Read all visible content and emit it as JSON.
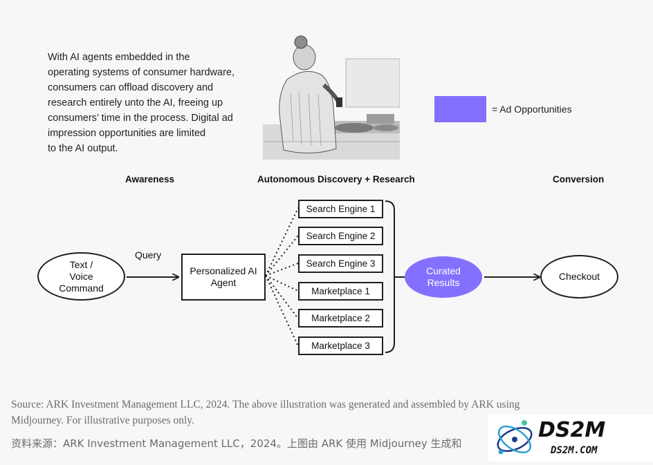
{
  "intro": {
    "lines": [
      "With AI agents embedded in the",
      "operating systems of consumer hardware,",
      "consumers can offload discovery and",
      "research entirely unto the AI, freeing up",
      "consumers’ time in the process. Digital ad",
      "impression opportunities are limited",
      "to the AI output."
    ]
  },
  "legend": {
    "label": "= Ad Opportunities",
    "color": "#8470ff"
  },
  "stages": {
    "awareness": "Awareness",
    "discovery": "Autonomous Discovery + Research",
    "conversion": "Conversion"
  },
  "nodes": {
    "text_voice": [
      "Text /",
      "Voice",
      "Command"
    ],
    "query": "Query",
    "agent": [
      "Personalized AI",
      "Agent"
    ],
    "sources": [
      "Search Engine 1",
      "Search Engine 2",
      "Search Engine 3",
      "Marketplace 1",
      "Marketplace 2",
      "Marketplace 3"
    ],
    "curated": [
      "Curated",
      "Results"
    ],
    "checkout": "Checkout"
  },
  "source": {
    "en_line1": "Source: ARK Investment Management LLC, 2024. The above illustration was generated and assembled by ARK using",
    "en_line2": "Midjourney. For illustrative purposes only.",
    "cn": "资料来源：ARK Investment Management LLC，2024。上图由 ARK 使用 Midjourney 生成和"
  },
  "watermark": {
    "logo_text": "DS2M",
    "domain": "DS2M.COM"
  }
}
